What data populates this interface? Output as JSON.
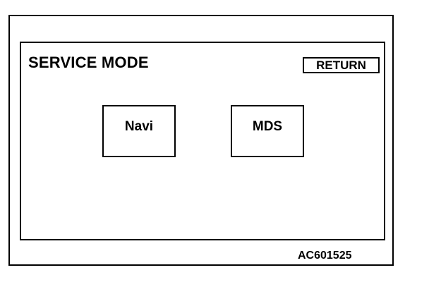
{
  "screen": {
    "title": "SERVICE MODE",
    "return_label": "RETURN"
  },
  "menu": {
    "items": [
      {
        "label": "Navi"
      },
      {
        "label": "MDS"
      }
    ]
  },
  "figure": {
    "id": "AC601525"
  }
}
